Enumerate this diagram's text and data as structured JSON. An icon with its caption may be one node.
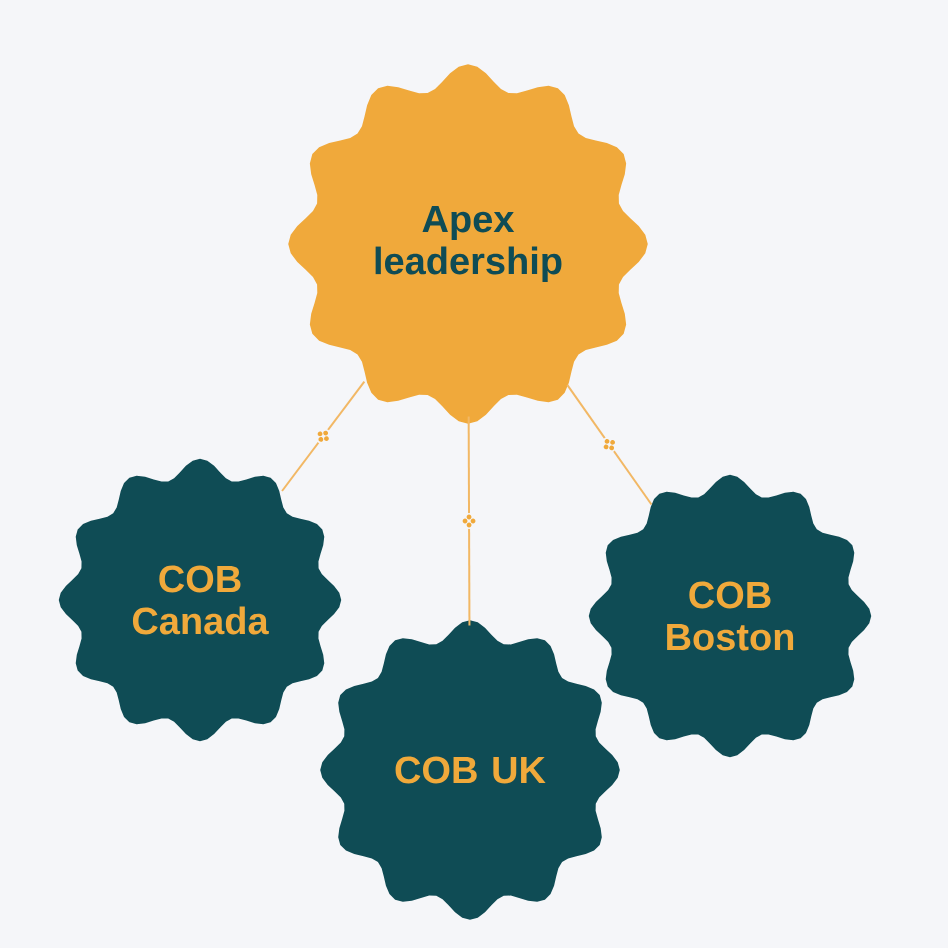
{
  "diagram": {
    "nodes": [
      {
        "text": [
          "Apex leadership"
        ]
      },
      {
        "text": [
          "COB Canada"
        ]
      },
      {
        "text": [
          "COB UK"
        ]
      },
      {
        "text": [
          "COB Boston"
        ]
      }
    ],
    "edges": [
      {
        "from": 0,
        "to": 1,
        "arrow": "none"
      },
      {
        "from": 0,
        "to": 2,
        "arrow": "none"
      },
      {
        "from": 0,
        "to": 3,
        "arrow": "none"
      }
    ]
  }
}
